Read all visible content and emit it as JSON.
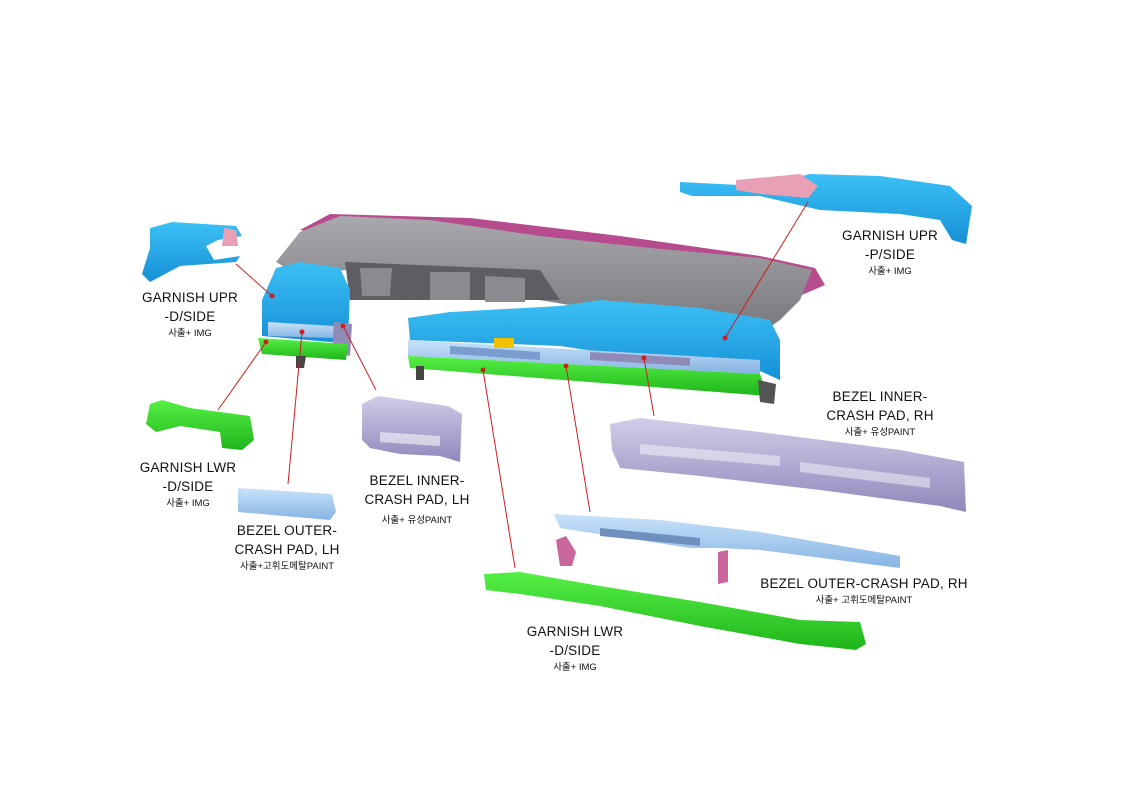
{
  "colors": {
    "garnish_upr": "#1ea8e8",
    "garnish_lwr": "#2fdc2a",
    "bezel_outer": "#9cc6ee",
    "bezel_inner": "#b7b2d8",
    "crash_pad_body": "#8e8e92",
    "pink_part": "#e9a0b4",
    "magenta_part": "#b64b8e",
    "leader_line": "#cc1f1f",
    "label_text": "#111111"
  },
  "labels": [
    {
      "id": "garnish-upr-d",
      "lines": [
        "GARNISH UPR",
        "-D/SIDE"
      ],
      "process": "사출+ IMG"
    },
    {
      "id": "garnish-lwr-d-left",
      "lines": [
        "GARNISH LWR",
        "-D/SIDE"
      ],
      "process": "사출+ IMG"
    },
    {
      "id": "bezel-outer-lh",
      "lines": [
        "BEZEL OUTER-",
        "CRASH PAD, LH"
      ],
      "process": "사출+고휘도메탈PAINT"
    },
    {
      "id": "bezel-inner-lh",
      "lines": [
        "BEZEL INNER-",
        "CRASH PAD, LH"
      ],
      "process": "사출+ 유성PAINT"
    },
    {
      "id": "garnish-upr-p",
      "lines": [
        "GARNISH UPR",
        "-P/SIDE"
      ],
      "process": "사출+ IMG"
    },
    {
      "id": "bezel-inner-rh",
      "lines": [
        "BEZEL INNER-",
        "CRASH PAD, RH"
      ],
      "process": "사출+ 유성PAINT"
    },
    {
      "id": "bezel-outer-rh",
      "lines": [
        "BEZEL OUTER-CRASH PAD, RH"
      ],
      "process": "사출+ 고휘도메탈PAINT"
    },
    {
      "id": "garnish-lwr-d-center",
      "lines": [
        "GARNISH LWR",
        "-D/SIDE"
      ],
      "process": "사출+ IMG"
    }
  ],
  "icons": [
    "crash-pad-assembly-icon",
    "garnish-upr-d-part-icon",
    "garnish-upr-p-part-icon",
    "garnish-lwr-d-part-icon",
    "garnish-lwr-long-part-icon",
    "bezel-outer-lh-part-icon",
    "bezel-inner-lh-part-icon",
    "bezel-inner-rh-part-icon",
    "bezel-outer-rh-part-icon"
  ]
}
